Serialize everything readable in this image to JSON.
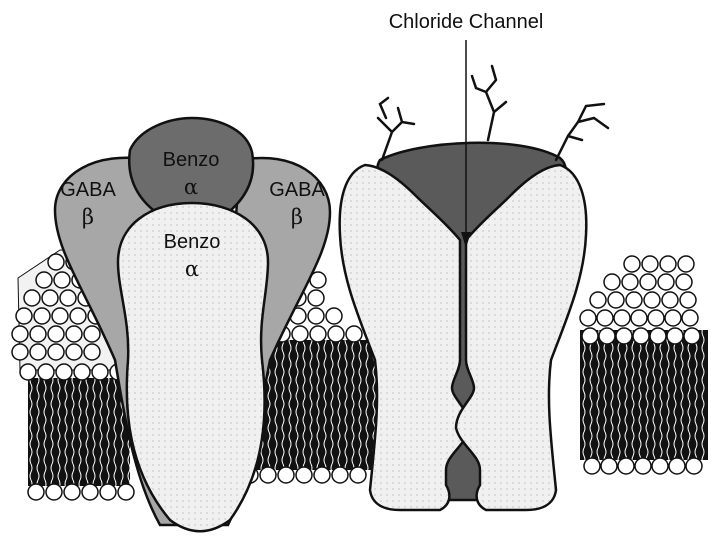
{
  "diagram": {
    "channel_label": "Chloride Channel",
    "left_receptor": {
      "subunit_left": {
        "name": "GABA",
        "greek": "β"
      },
      "subunit_top": {
        "name": "Benzo",
        "greek": "α"
      },
      "subunit_right": {
        "name": "GABA",
        "greek": "β"
      },
      "subunit_front": {
        "name": "Benzo",
        "greek": "α"
      }
    }
  },
  "colors": {
    "background": "#ffffff",
    "outline": "#111111",
    "subunit_light_gray": "#a7a7a7",
    "subunit_dark_gray": "#6c6c6c",
    "subunit_white": "#efefef",
    "channel_pore": "#5a5a5a",
    "lipid_head": "#ffffff",
    "lipid_tails": "#111111"
  }
}
